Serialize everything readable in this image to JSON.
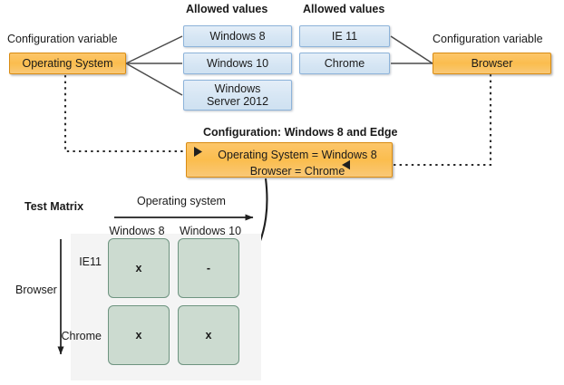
{
  "diagram": {
    "left_group": {
      "allowed_values_label": "Allowed values",
      "config_variable_label": "Configuration variable",
      "variable_name": "Operating System",
      "values": [
        "Windows 8",
        "Windows 10",
        "Windows\nServer 2012"
      ],
      "value_lines": [
        [
          "Windows 8"
        ],
        [
          "Windows 10"
        ],
        [
          "Windows",
          "Server 2012"
        ]
      ]
    },
    "right_group": {
      "allowed_values_label": "Allowed values",
      "config_variable_label": "Configuration variable",
      "variable_name": "Browser",
      "values": [
        "IE 11",
        "Chrome"
      ]
    },
    "configuration": {
      "title": "Configuration: Windows 8 and Edge",
      "line1": "Operating System = Windows 8",
      "line2": "Browser = Chrome"
    },
    "test_matrix": {
      "title": "Test Matrix",
      "x_axis_label": "Operating system",
      "y_axis_label": "Browser",
      "columns": [
        "Windows 8",
        "Windows 10"
      ],
      "rows": [
        "IE11",
        "Chrome"
      ],
      "cells": [
        [
          "x",
          "-"
        ],
        [
          "x",
          "x"
        ]
      ]
    },
    "colors": {
      "orange_fill": "#fbbd4e",
      "orange_border": "#d98c14",
      "blue_fill": "#d6e6f4",
      "blue_border": "#8db3da",
      "cell_fill": "#ccdbd0",
      "cell_border": "#6e9480",
      "connector": "#3f3f3f",
      "matrix_panel": "#f4f4f4"
    }
  }
}
